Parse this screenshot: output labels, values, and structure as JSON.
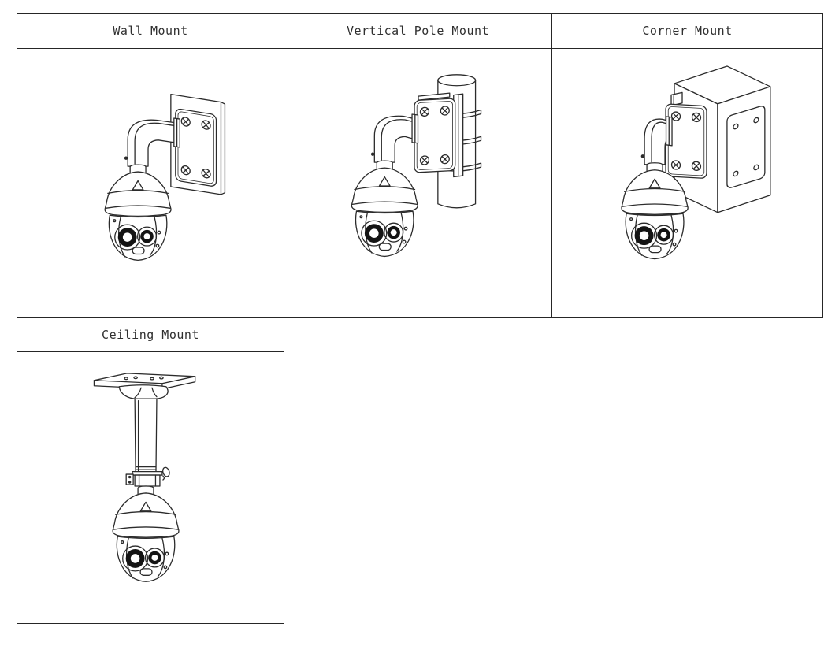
{
  "figure": {
    "type": "camera-installation-mount-options",
    "background": "#ffffff",
    "border_color": "#262626",
    "line_color": "#2b2b2b",
    "lens_fill_color": "#141414",
    "text_color": "#303030"
  },
  "mounts": [
    {
      "id": "wall",
      "label": "Wall Mount",
      "illustration": "ptz-dome-camera-on-wall-bracket"
    },
    {
      "id": "vertical-pole",
      "label": "Vertical Pole Mount",
      "illustration": "ptz-dome-camera-on-pole-bracket"
    },
    {
      "id": "corner",
      "label": "Corner Mount",
      "illustration": "ptz-dome-camera-on-corner-bracket"
    },
    {
      "id": "ceiling",
      "label": "Ceiling Mount",
      "illustration": "ptz-dome-camera-on-ceiling-pendant"
    }
  ]
}
